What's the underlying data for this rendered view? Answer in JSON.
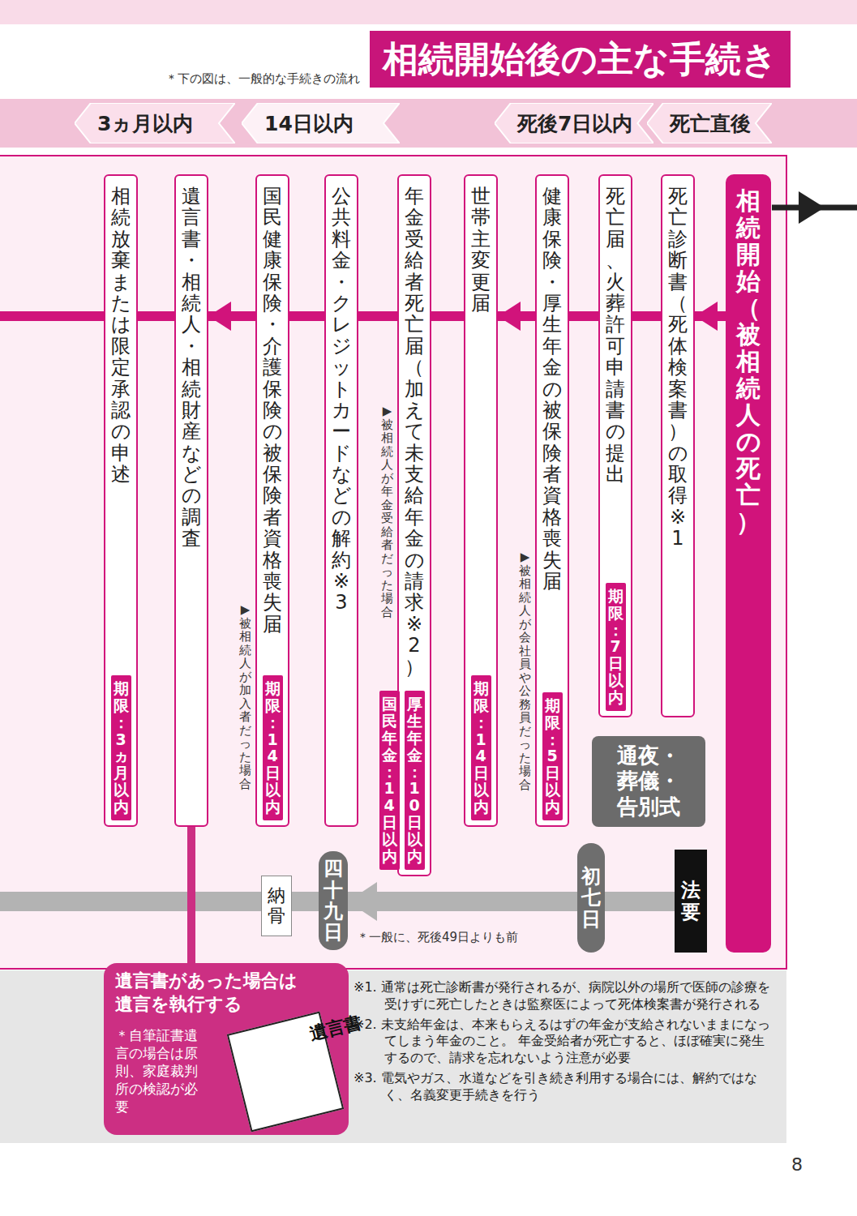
{
  "diagram": {
    "title": "相続開始後の主な手続き",
    "nodes": [
      {
        "text": [
          "死亡直後"
        ]
      },
      {
        "text": [
          "死後7日以内"
        ]
      },
      {
        "text": [
          "14日以内"
        ]
      },
      {
        "text": [
          "3ヵ月以内"
        ]
      },
      {
        "text": [
          "相続開始（被相続人の死亡）"
        ]
      },
      {
        "text": [
          "死亡診断書（死体検案書）の取得※1"
        ]
      },
      {
        "text": [
          "死亡届、火葬許可申請書の提出"
        ]
      },
      {
        "text": [
          "期限：7日以内"
        ],
        "in": 6
      },
      {
        "text": [
          "通夜・葬儀・告別式"
        ]
      },
      {
        "text": [
          "健康保険・厚生年金の被保険者資格喪失届",
          "▶被相続人が会社員や公務員だった場合"
        ]
      },
      {
        "text": [
          "期限：5日以内"
        ],
        "in": 9
      },
      {
        "text": [
          "世帯主変更届"
        ]
      },
      {
        "text": [
          "期限：14日以内"
        ],
        "in": 11
      },
      {
        "text": [
          "年金受給者死亡届（加えて未支給年金の請求※2）",
          "▶被相続人が年金受給者だった場合"
        ]
      },
      {
        "text": [
          "厚生年金：10日以内"
        ],
        "in": 13
      },
      {
        "text": [
          "国民年金：14日以内"
        ],
        "in": 13
      },
      {
        "text": [
          "公共料金・クレジットカードなどの解約※3"
        ]
      },
      {
        "text": [
          "国民健康保険・介護保険の被保険者資格喪失届",
          "▶被相続人が加入者だった場合"
        ]
      },
      {
        "text": [
          "期限：14日以内"
        ],
        "in": 17
      },
      {
        "text": [
          "遺言書・相続人・相続財産などの調査"
        ]
      },
      {
        "text": [
          "相続放棄または限定承認の申述"
        ]
      },
      {
        "text": [
          "期限：3ヵ月以内"
        ],
        "in": 20
      },
      {
        "text": [
          "法要"
        ]
      },
      {
        "text": [
          "初七日"
        ]
      },
      {
        "text": [
          "四十九日"
        ]
      },
      {
        "text": [
          "納骨"
        ]
      },
      {
        "text": [
          "遺言書があった場合は遺言を執行する",
          "＊自筆証書遺言の場合は原則、家庭裁判所の検認が必要"
        ]
      },
      {
        "text": [
          "遺言書"
        ],
        "in": 26
      }
    ],
    "edges": [
      {
        "from": 4,
        "to": 5,
        "arrow": "to"
      },
      {
        "from": 9,
        "to": 11,
        "arrow": "to"
      },
      {
        "from": 17,
        "to": 19,
        "arrow": "to"
      },
      {
        "from": 23,
        "to": 24,
        "arrow": "to"
      },
      {
        "from": 19,
        "to": 26,
        "arrow": "none"
      }
    ],
    "labels": [
      "＊下の図は、一般的な手続きの流れ",
      "＊一般に、死後49日よりも前",
      "※1. 通常は死亡診断書が発行されるが、病院以外の場所で医師の診療を受けずに死亡したときは監察医によって死体検案書が発行される",
      "※2. 未支給年金は、本来もらえるはずの年金が支給されないままになってしまう年金のこと。 年金受給者が死亡すると、ほぼ確実に発生するので、請求を忘れないよう注意が必要",
      "※3. 電気やガス、水道などを引き続き利用する場合には、解約ではなく、名義変更手続きを行う",
      "8"
    ]
  }
}
